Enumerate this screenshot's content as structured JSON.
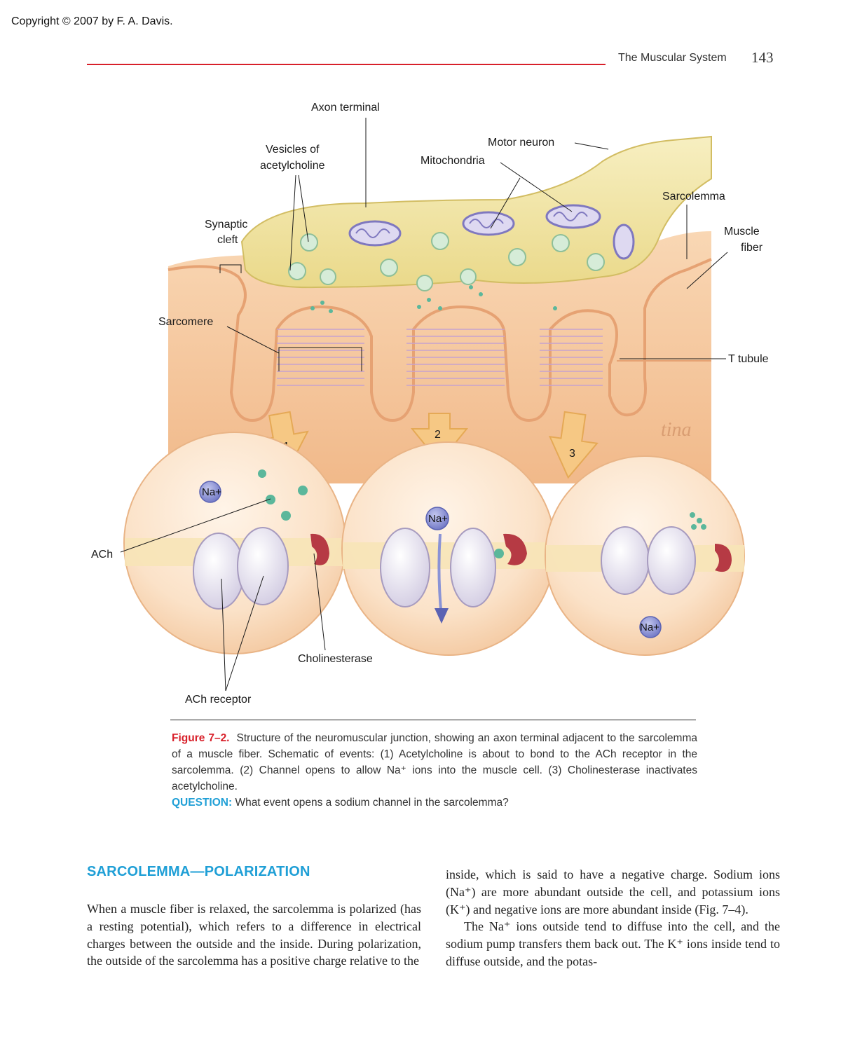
{
  "page": {
    "copyright": "Copyright © 2007 by F. A. Davis.",
    "running_head": "The Muscular System",
    "page_number": "143"
  },
  "figure": {
    "labels": {
      "axon_terminal": "Axon terminal",
      "vesicles_line1": "Vesicles of",
      "vesicles_line2": "acetylcholine",
      "motor_neuron": "Motor neuron",
      "mitochondria": "Mitochondria",
      "sarcolemma": "Sarcolemma",
      "muscle_line1": "Muscle",
      "muscle_line2": "fiber",
      "synaptic_line1": "Synaptic",
      "synaptic_line2": "cleft",
      "sarcomere": "Sarcomere",
      "t_tubule": "T tubule",
      "ach": "ACh",
      "cholinesterase": "Cholinesterase",
      "ach_receptor": "ACh receptor"
    },
    "step_numbers": [
      "1",
      "2",
      "3"
    ],
    "ion_label": "Na+",
    "signature": "tina",
    "colors": {
      "axon": "#f3e7a8",
      "muscle": "#f6c9a0",
      "arrow": "#f4c47a",
      "receptor": "#ede8f4",
      "cholinesterase": "#b63a44",
      "sodium": "#7f86cf",
      "ach": "#4fb08f"
    }
  },
  "caption": {
    "figure_label": "Figure 7–2.",
    "text": "Structure of the neuromuscular junction, showing an axon terminal adjacent to the sarcolemma of a muscle fiber. Schematic of events: (1) Acetylcholine is about to bond to the ACh receptor in the sarcolemma. (2) Channel opens to allow Na⁺ ions into the muscle cell. (3) Cholinesterase inactivates acetylcholine.",
    "question_label": "QUESTION:",
    "question_text": "What event opens a sodium channel in the sarcolemma?"
  },
  "section": {
    "title": "SARCOLEMMA—POLARIZATION",
    "left_paragraph": "When a muscle fiber is relaxed, the sarcolemma is polarized (has a resting potential), which refers to a difference in electrical charges between the outside and the inside. During polarization, the outside of the sarcolemma has a positive charge relative to the",
    "right_paragraph_1": "inside, which is said to have a negative charge. Sodium ions (Na⁺) are more abundant outside the cell, and potassium ions (K⁺) and negative ions are more abundant inside (Fig. 7–4).",
    "right_paragraph_2": "The Na⁺ ions outside tend to diffuse into the cell, and the sodium pump transfers them back out. The K⁺ ions inside tend to diffuse outside, and the potas-"
  }
}
